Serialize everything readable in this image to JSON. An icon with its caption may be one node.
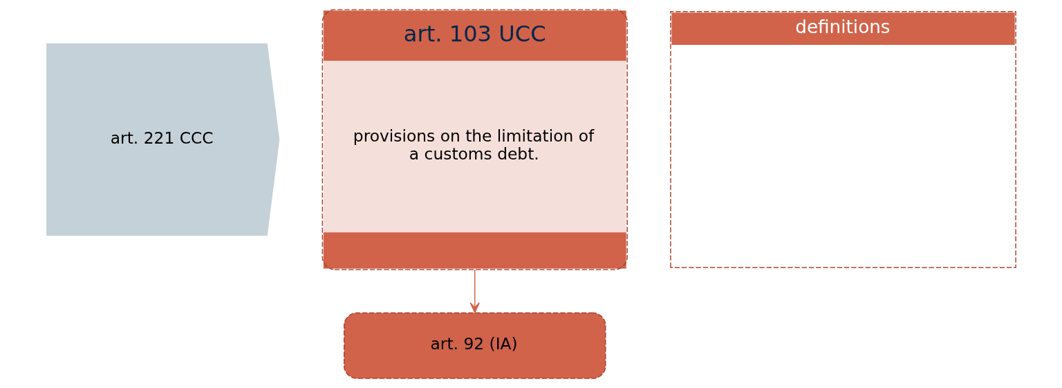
{
  "diagram": {
    "nodes": [
      {
        "text": [
          "art. 221 CCC"
        ]
      },
      {
        "text": [
          "art. 103 UCC",
          "provisions on the limitation of a customs debt."
        ]
      },
      {
        "text": [
          "definitions"
        ]
      },
      {
        "text": [
          "art. 92 (IA)"
        ]
      }
    ],
    "edges": [
      {
        "from": 1,
        "to": 3,
        "arrow": "to"
      }
    ]
  }
}
